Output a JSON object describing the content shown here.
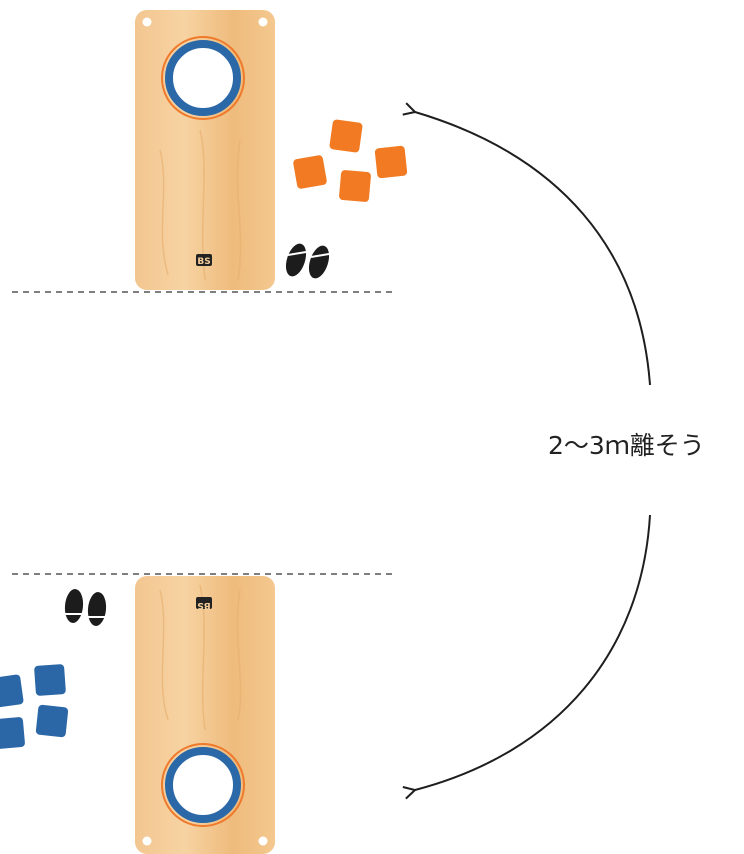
{
  "scene": {
    "distance_label": "2〜3ｍ離そう",
    "board_logo": "BS"
  },
  "colors": {
    "wood_light": "#f6cf9c",
    "wood_mid": "#eebb7c",
    "wood_dark": "#e3a866",
    "hole_ring_blue": "#2b68a8",
    "hole_ring_orange": "#ef7a2c",
    "orange_bag": "#f17a22",
    "blue_bag": "#2b67a6",
    "footprint": "#1c1c1c",
    "dashed_line": "#555555",
    "arrow": "#1e1e1e"
  },
  "boards": [
    {
      "name": "top-board",
      "hole": "top",
      "logo_flipped": false
    },
    {
      "name": "bottom-board",
      "hole": "bottom",
      "logo_flipped": true
    }
  ],
  "bean_bags": [
    {
      "team": "orange",
      "count": 4
    },
    {
      "team": "blue",
      "count": 4
    }
  ],
  "icons": [
    "footprints-icon",
    "curved-arrow-icon"
  ]
}
